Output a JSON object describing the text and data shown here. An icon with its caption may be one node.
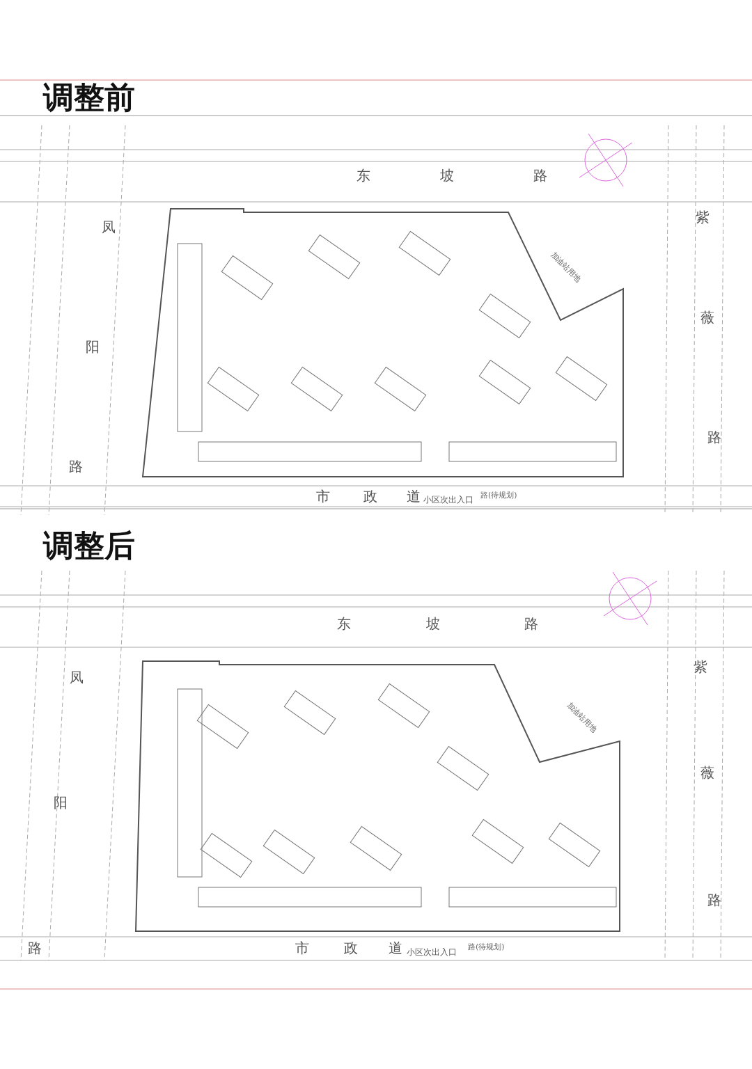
{
  "diagram": {
    "labels": [
      "调整前",
      "东",
      "坡",
      "路",
      "凤",
      "紫",
      "加油站用地",
      "薇",
      "阳",
      "路",
      "路",
      "市",
      "政",
      "道",
      "路(待规划)",
      "小区次出入口",
      "调整后",
      "东",
      "坡",
      "路",
      "凤",
      "紫",
      "加油站用地",
      "薇",
      "阳",
      "路",
      "路",
      "市",
      "政",
      "道",
      "路(待规划)",
      "小区次出入口"
    ]
  }
}
